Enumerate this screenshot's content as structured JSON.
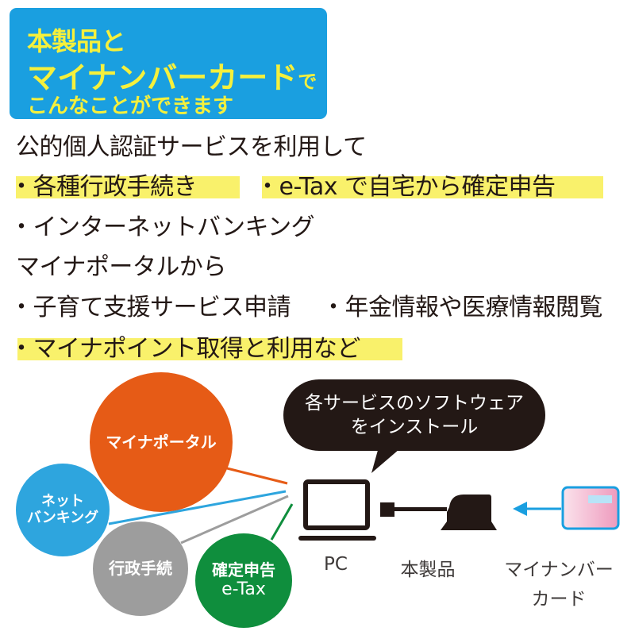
{
  "header": {
    "line1": "本製品と",
    "line2_main": "マイナンバーカード",
    "line2_suffix": "で",
    "line3": "こんなことができます",
    "bg_color": "#1a9fe0",
    "text_color": "#f5f03c"
  },
  "features": {
    "intro_1": "公的個人認証サービスを利用して",
    "item_admin": "・各種行政手続き",
    "item_etax": "・e-Tax で自宅から確定申告",
    "item_banking": "・インターネットバンキング",
    "intro_2": "マイナポータルから",
    "item_childcare": "・子育て支援サービス申請",
    "item_pension": "・年金情報や医療情報閲覧",
    "item_mynapoint": "・マイナポイント取得と利用など",
    "highlight_color": "#f8ef5b"
  },
  "diagram": {
    "services": [
      {
        "label": "マイナポータル",
        "color": "#e65b16"
      },
      {
        "label_1": "ネット",
        "label_2": "バンキング",
        "color": "#2ea5de"
      },
      {
        "label": "行政手続",
        "color": "#9d9d9d"
      },
      {
        "label_1": "確定申告",
        "label_2": "e-Tax",
        "color": "#0f8e3d"
      }
    ],
    "bubble": {
      "line1": "各サービスのソフトウェア",
      "line2": "をインストール"
    },
    "devices": {
      "pc_label": "PC",
      "product_label": "本製品",
      "card_label_1": "マイナンバー",
      "card_label_2": "カード"
    },
    "arrow_color": "#1a9fe0"
  }
}
